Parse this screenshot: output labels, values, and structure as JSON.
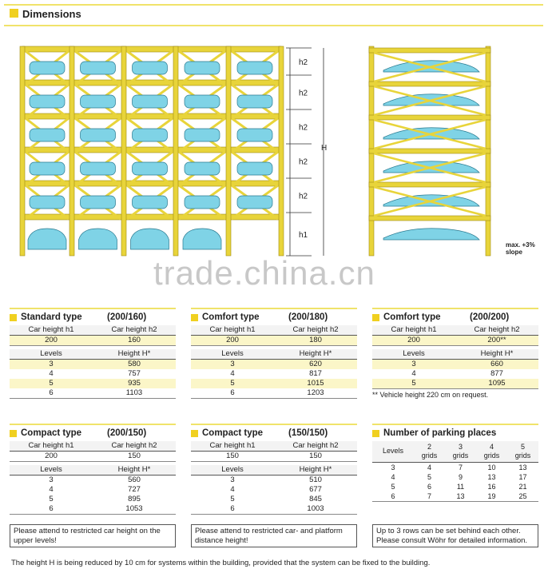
{
  "header": {
    "title": "Dimensions"
  },
  "drawing": {
    "dimension_labels": [
      "h2",
      "h2",
      "h2",
      "h2",
      "h2",
      "h1"
    ],
    "total_label": "H",
    "slope_note_1": "max. +3%",
    "slope_note_2": "slope"
  },
  "watermark": "trade.china.cn",
  "colors": {
    "accent": "#f0d020",
    "structure": "#e8d43a",
    "cyan": "#7fd3e6",
    "table_yellow": "#fbf6c8"
  },
  "panels": [
    {
      "id": "standard",
      "title": "Standard type",
      "code": "(200/160)",
      "col1": "Car height h1",
      "col2": "Car height h2",
      "h1": "200",
      "h2": "160",
      "lcol": "Levels",
      "hcol": "Height H*",
      "rows": [
        [
          "3",
          "580"
        ],
        [
          "4",
          "757"
        ],
        [
          "5",
          "935"
        ],
        [
          "6",
          "1103"
        ]
      ]
    },
    {
      "id": "comfort180",
      "title": "Comfort type",
      "code": "(200/180)",
      "col1": "Car height h1",
      "col2": "Car height h2",
      "h1": "200",
      "h2": "180",
      "lcol": "Levels",
      "hcol": "Height H*",
      "rows": [
        [
          "3",
          "620"
        ],
        [
          "4",
          "817"
        ],
        [
          "5",
          "1015"
        ],
        [
          "6",
          "1203"
        ]
      ]
    },
    {
      "id": "comfort200",
      "title": "Comfort type",
      "code": "(200/200)",
      "col1": "Car height h1",
      "col2": "Car height h2",
      "h1": "200",
      "h2": "200**",
      "lcol": "Levels",
      "hcol": "Height H*",
      "rows": [
        [
          "3",
          "660"
        ],
        [
          "4",
          "877"
        ],
        [
          "5",
          "1095"
        ]
      ],
      "note": "** Vehicle height 220 cm on request."
    },
    {
      "id": "compact150",
      "title": "Compact type",
      "code": "(200/150)",
      "col1": "Car height h1",
      "col2": "Car height h2",
      "h1": "200",
      "h2": "150",
      "lcol": "Levels",
      "hcol": "Height H*",
      "rows": [
        [
          "3",
          "560"
        ],
        [
          "4",
          "727"
        ],
        [
          "5",
          "895"
        ],
        [
          "6",
          "1053"
        ]
      ],
      "note": "Please attend to restricted car height on the upper levels!"
    },
    {
      "id": "compact150b",
      "title": "Compact type",
      "code": "(150/150)",
      "col1": "Car height h1",
      "col2": "Car height h2",
      "h1": "150",
      "h2": "150",
      "lcol": "Levels",
      "hcol": "Height H*",
      "rows": [
        [
          "3",
          "510"
        ],
        [
          "4",
          "677"
        ],
        [
          "5",
          "845"
        ],
        [
          "6",
          "1003"
        ]
      ],
      "note": "Please attend to restricted car- and platform distance height!"
    }
  ],
  "parking": {
    "title": "Number of parking places",
    "headers": [
      [
        "Levels",
        ""
      ],
      [
        "2",
        "grids"
      ],
      [
        "3",
        "grids"
      ],
      [
        "4",
        "grids"
      ],
      [
        "5",
        "grids"
      ]
    ],
    "rows": [
      [
        "3",
        "4",
        "7",
        "10",
        "13"
      ],
      [
        "4",
        "5",
        "9",
        "13",
        "17"
      ],
      [
        "5",
        "6",
        "11",
        "16",
        "21"
      ],
      [
        "6",
        "7",
        "13",
        "19",
        "25"
      ]
    ],
    "note": "Up to 3 rows can be set behind each other. Please consult Wöhr for detailed information."
  },
  "footer": "The height H is being reduced by 10 cm for systems within the building, provided that the system can be fixed to the building."
}
